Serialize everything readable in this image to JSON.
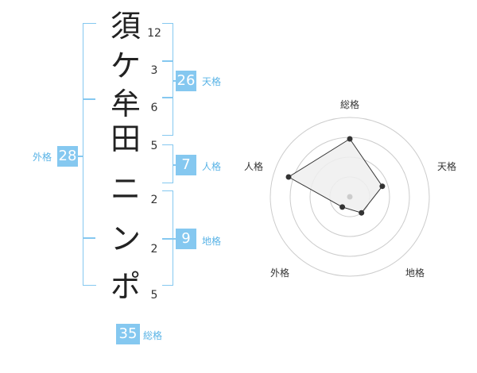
{
  "name": {
    "characters": [
      "須",
      "ケ",
      "牟",
      "田",
      "ニ",
      "ン",
      "ポ"
    ],
    "strokes": [
      "12",
      "3",
      "6",
      "5",
      "2",
      "2",
      "5"
    ]
  },
  "fortune": {
    "tenkaku": {
      "value": "26",
      "label": "天格"
    },
    "jinkaku": {
      "value": "7",
      "label": "人格"
    },
    "chikaku": {
      "value": "9",
      "label": "地格"
    },
    "gaikaku": {
      "value": "28",
      "label": "外格"
    },
    "soukaku": {
      "value": "35",
      "label": "総格"
    }
  },
  "radar": {
    "axes": [
      "総格",
      "天格",
      "地格",
      "外格",
      "人格"
    ],
    "values": [
      0.73,
      0.43,
      0.25,
      0.16,
      0.81
    ],
    "rings": 4
  },
  "colors": {
    "accent": "#85c8f0",
    "accent_text": "#59b3e6",
    "radar_fill": "#eeeeee",
    "radar_ring": "#cccccc"
  }
}
